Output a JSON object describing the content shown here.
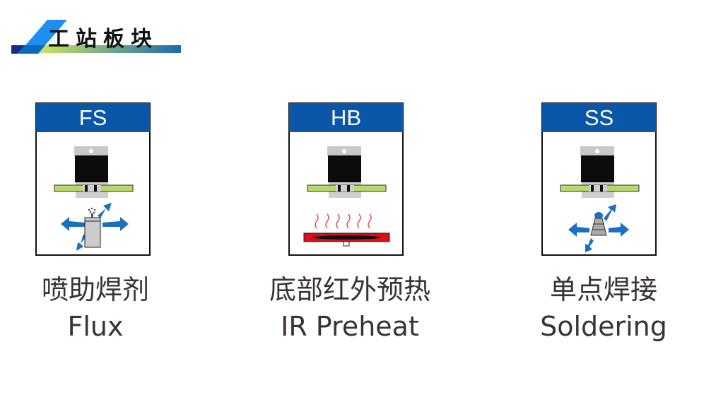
{
  "header": {
    "title": "工站板块"
  },
  "colors": {
    "header_blue": "#0a56a8",
    "board_green": "#b8d86a",
    "arrow_blue": "#1a6fc0",
    "heater_red": "#d8101a"
  },
  "stations": [
    {
      "code": "FS",
      "name_cn": "喷助焊剂",
      "name_en": "Flux",
      "icon": "flux-spray-nozzle-icon"
    },
    {
      "code": "HB",
      "name_cn": "底部红外预热",
      "name_en": "IR Preheat",
      "icon": "ir-heater-icon"
    },
    {
      "code": "SS",
      "name_cn": "单点焊接",
      "name_en": "Soldering",
      "icon": "solder-nozzle-icon"
    }
  ]
}
